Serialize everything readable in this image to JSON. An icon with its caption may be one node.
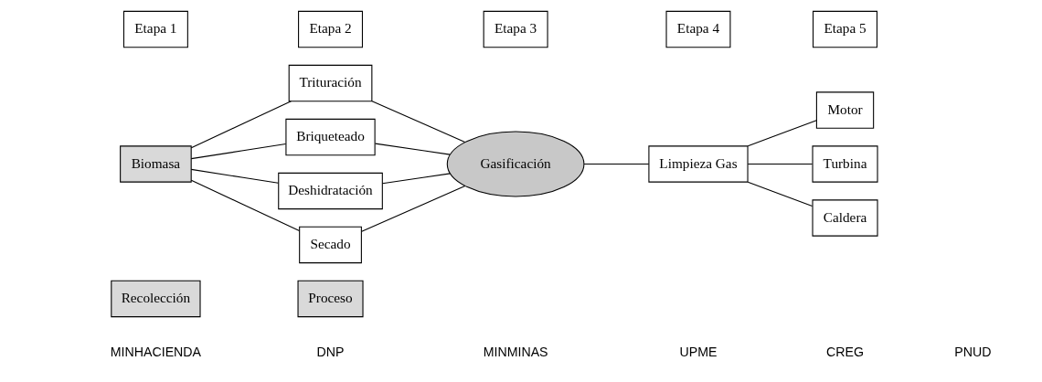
{
  "diagram": {
    "nodes": [
      {
        "text": [
          "Etapa 1"
        ]
      },
      {
        "text": [
          "Etapa 2"
        ]
      },
      {
        "text": [
          "Etapa 3"
        ]
      },
      {
        "text": [
          "Etapa 4"
        ]
      },
      {
        "text": [
          "Etapa 5"
        ]
      },
      {
        "text": [
          "Recolección"
        ]
      },
      {
        "text": [
          "Proceso"
        ]
      },
      {
        "text": [
          "Biomasa"
        ]
      },
      {
        "text": [
          "Trituración"
        ]
      },
      {
        "text": [
          "Briqueteado"
        ]
      },
      {
        "text": [
          "Deshidratación"
        ]
      },
      {
        "text": [
          "Secado"
        ]
      },
      {
        "text": [
          "Gasificación"
        ]
      },
      {
        "text": [
          "Limpieza Gas"
        ]
      },
      {
        "text": [
          "Motor"
        ]
      },
      {
        "text": [
          "Turbina"
        ]
      },
      {
        "text": [
          "Caldera"
        ]
      }
    ],
    "edges": [
      {
        "from": 7,
        "to": 8,
        "arrow": "none"
      },
      {
        "from": 7,
        "to": 9,
        "arrow": "none"
      },
      {
        "from": 7,
        "to": 10,
        "arrow": "none"
      },
      {
        "from": 7,
        "to": 11,
        "arrow": "none"
      },
      {
        "from": 8,
        "to": 12,
        "arrow": "none"
      },
      {
        "from": 9,
        "to": 12,
        "arrow": "none"
      },
      {
        "from": 10,
        "to": 12,
        "arrow": "none"
      },
      {
        "from": 11,
        "to": 12,
        "arrow": "none"
      },
      {
        "from": 12,
        "to": 13,
        "arrow": "none"
      },
      {
        "from": 13,
        "to": 14,
        "arrow": "none"
      },
      {
        "from": 13,
        "to": 15,
        "arrow": "none"
      },
      {
        "from": 13,
        "to": 16,
        "arrow": "none"
      }
    ],
    "labels": [
      "MINHACIENDA",
      "DNP",
      "MINMINAS",
      "UPME",
      "CREG",
      "PNUD"
    ]
  }
}
